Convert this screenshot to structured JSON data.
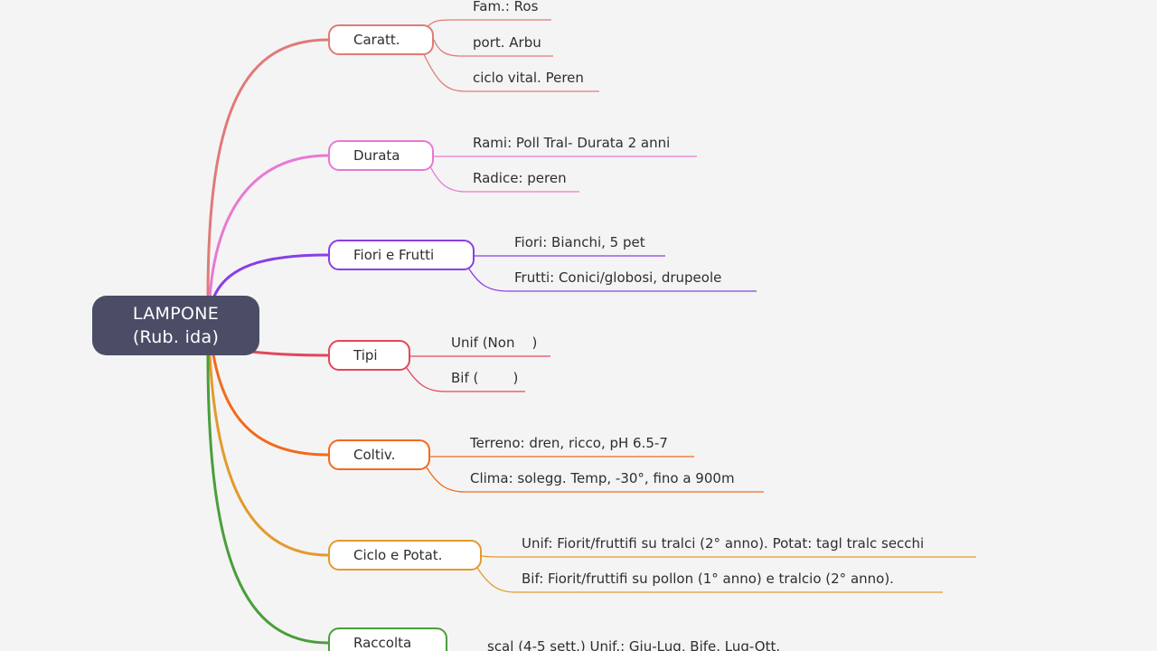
{
  "colors": {
    "background": "#f4f4f4",
    "root": "#4b4d66",
    "caratt": "#e07a78",
    "durata": "#e879d2",
    "fiori": "#8a3ee6",
    "tipi": "#e2475a",
    "coltiv": "#f26a1b",
    "ciclo": "#e39a2c",
    "raccolta": "#4a9e3a"
  },
  "root": {
    "line1": "LAMPONE",
    "line2": "(Rub. ida)"
  },
  "branches": {
    "caratt": {
      "label": "Caratt.",
      "leaves": [
        "Fam.: Ros",
        "port. Arbu",
        "ciclo vital. Peren"
      ]
    },
    "durata": {
      "label": "Durata",
      "leaves": [
        "Rami: Poll Tral- Durata 2 anni",
        "Radice: peren"
      ]
    },
    "fiori": {
      "label": "Fiori e Frutti",
      "leaves": [
        "Fiori: Bianchi, 5 pet",
        "Frutti: Conici/globosi, drupeole"
      ]
    },
    "tipi": {
      "label": "Tipi",
      "leaves": [
        "Unif (Non    )",
        "Bif (        )"
      ]
    },
    "coltiv": {
      "label": "Coltiv.",
      "leaves": [
        "Terreno: dren, ricco, pH 6.5-7",
        "Clima: solegg. Temp, -30°, fino a 900m"
      ]
    },
    "ciclo": {
      "label": "Ciclo e Potat.",
      "leaves": [
        "Unif: Fiorit/fruttifi su tralci (2° anno). Potat: tagl tralc secchi",
        "Bif: Fiorit/fruttifi su pollon (1° anno) e tralcio (2° anno)."
      ]
    },
    "raccolta": {
      "label": "Raccolta",
      "leaves": [
        "scal (4-5 sett.) Unif.: Giu-Lug, Bife. Lug-Ott."
      ]
    }
  }
}
